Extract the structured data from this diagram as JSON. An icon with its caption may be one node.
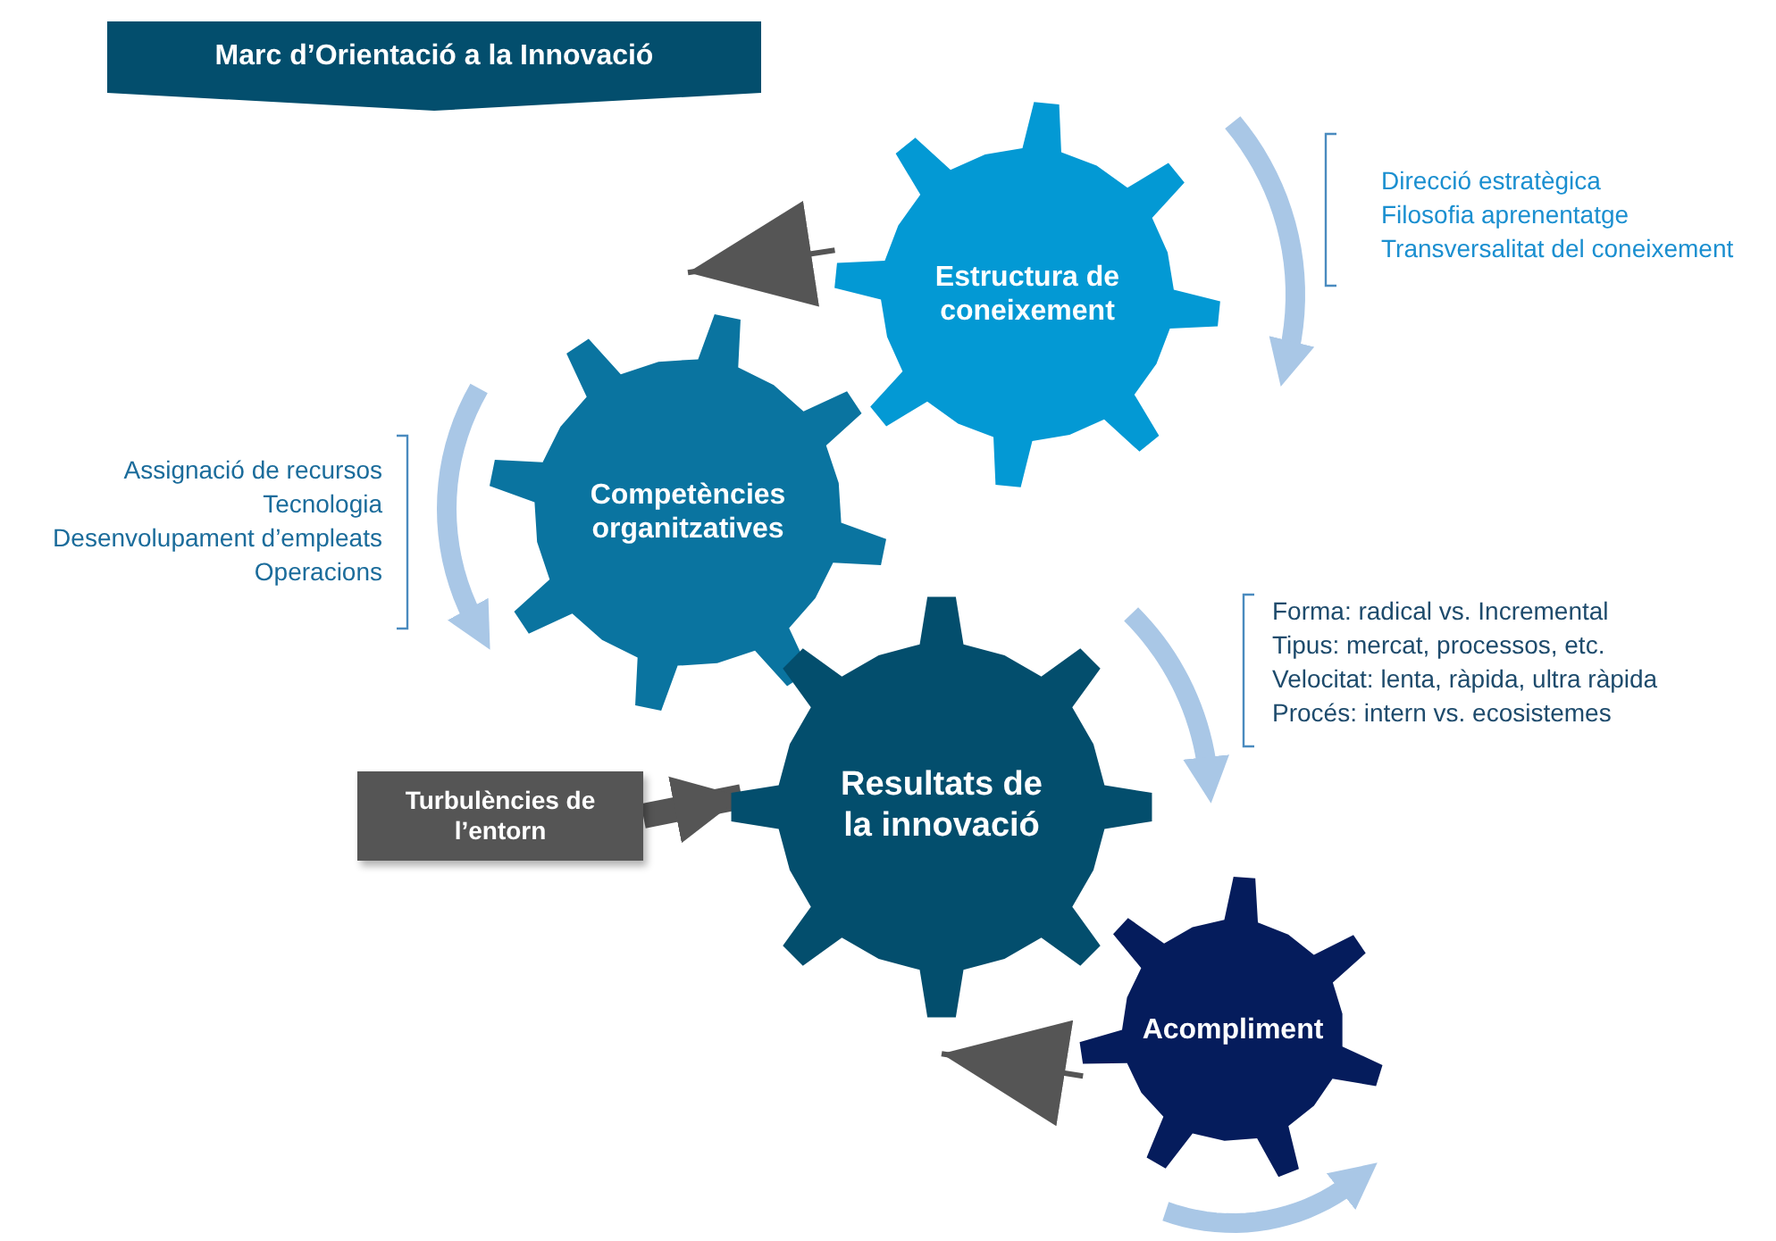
{
  "diagram": {
    "title": "Marc d’Orientació a la Innovació",
    "nodes": [
      {
        "text": [
          "Estructura de coneixement"
        ]
      },
      {
        "text": [
          "Competències organitzatives"
        ]
      },
      {
        "text": [
          "Resultats de la innovació"
        ]
      },
      {
        "text": [
          "Acompliment"
        ]
      },
      {
        "text": [
          "Turbulències de l’entorn"
        ]
      }
    ],
    "edges": [
      {
        "from": 0,
        "to": 1,
        "arrow": "to"
      },
      {
        "from": 4,
        "to": 2,
        "arrow": "to",
        "style": "thick"
      },
      {
        "from": 3,
        "to": 2,
        "arrow": "to"
      }
    ],
    "labels": [
      "Direcció estratègica",
      "Filosofia aprenentatge",
      "Transversalitat del coneixement",
      "Assignació de recursos",
      "Tecnologia",
      "Desenvolupament d’empleats",
      "Operacions",
      "Forma: radical vs. Incremental",
      "Tipus: mercat, processos, etc.",
      "Velocitat: lenta, ràpida, ultra ràpida",
      "Procés: intern vs. ecosistemes"
    ]
  }
}
